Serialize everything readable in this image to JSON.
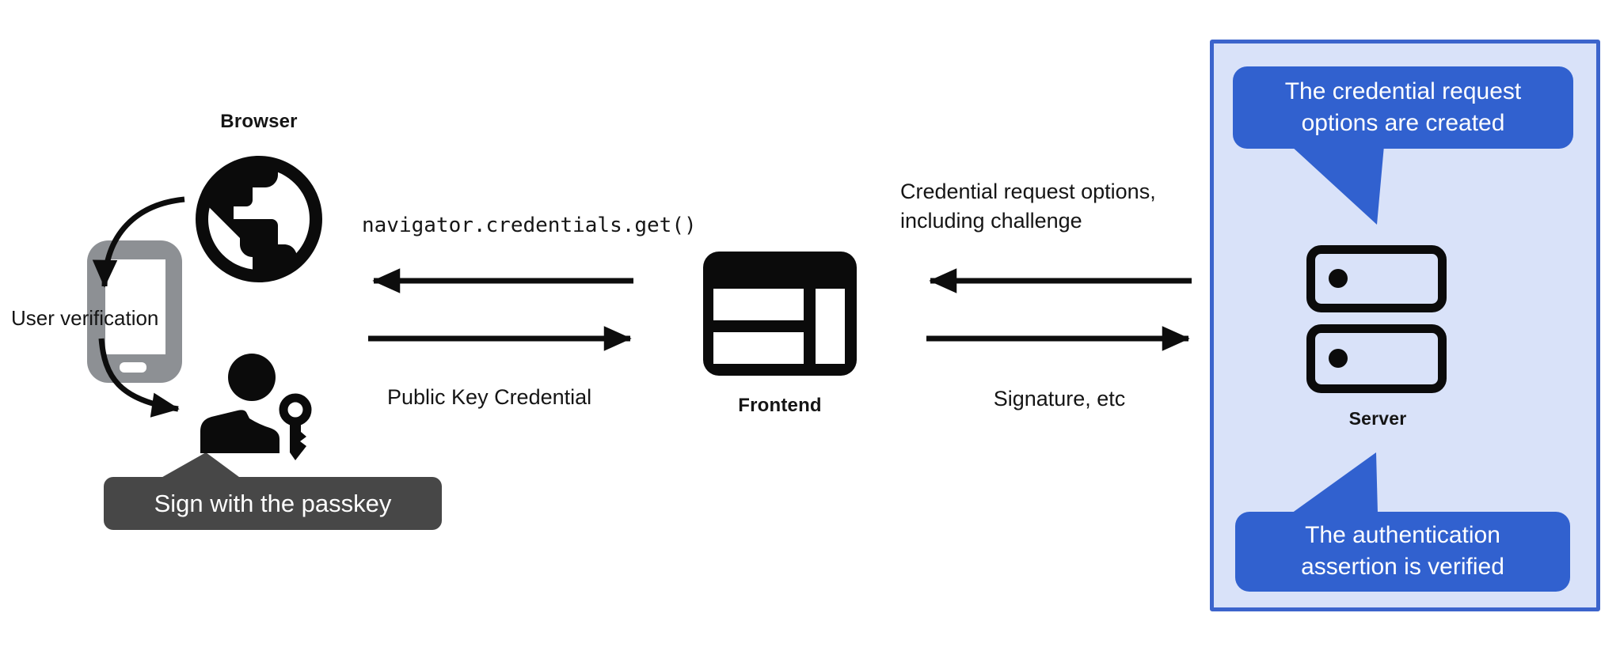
{
  "title": "Passkey authentication flow diagram",
  "colors": {
    "bubbleBlue": "#3161cf",
    "panelFill": "#d9e2f9",
    "panelBorder": "#3c64cc",
    "tooltipGray": "#474747",
    "phoneGray": "#8d9094",
    "ink": "#151515"
  },
  "left": {
    "browser_label": "Browser",
    "user_verification_label": "User verification",
    "passkey_tooltip": "Sign with the passkey"
  },
  "middle": {
    "code_call": "navigator.credentials.get()",
    "return_label": "Public Key Credential",
    "frontend_label": "Frontend"
  },
  "right": {
    "request_label_line1": "Credential request options,",
    "request_label_line2": "including challenge",
    "response_label": "Signature, etc",
    "server_label": "Server",
    "bubble_top_line1": "The credential request",
    "bubble_top_line2": "options are created",
    "bubble_bottom_line1": "The authentication",
    "bubble_bottom_line2": "assertion is verified"
  },
  "icons": {
    "globe": "globe-icon",
    "smartphone": "smartphone-icon",
    "person": "person-icon",
    "key": "key-icon",
    "frontend_window": "browser-window-icon",
    "server": "server-stack-icon",
    "straight_arrows": [
      "arrow-left-icon",
      "arrow-right-icon"
    ],
    "curved_arrows": [
      "curved-arrow-globe-to-phone-icon",
      "curved-arrow-phone-to-person-icon"
    ]
  }
}
